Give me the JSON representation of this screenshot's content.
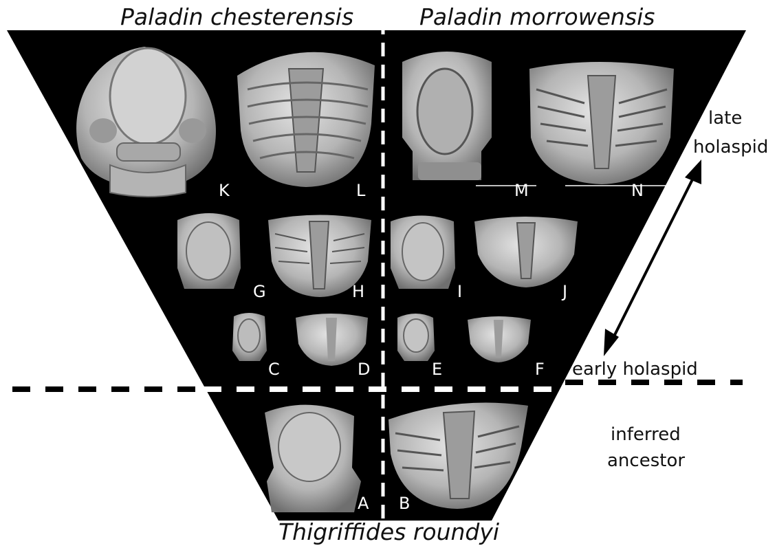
{
  "titles": {
    "top_left": "Paladin chesterensis",
    "top_right": "Paladin morrowensis",
    "bottom": "Thigriffides roundyi"
  },
  "stages": {
    "late": "late",
    "late_2": "holaspid",
    "early": "early holaspid",
    "ancestor": "inferred",
    "ancestor_2": "ancestor"
  },
  "specimens": {
    "K": "K",
    "L": "L",
    "M": "M",
    "N": "N",
    "G": "G",
    "H": "H",
    "I": "I",
    "J": "J",
    "C": "C",
    "D": "D",
    "E": "E",
    "F": "F",
    "A": "A",
    "B": "B"
  },
  "colors": {
    "panel": "#000000",
    "fossil": "#c9c9c9",
    "fossil_shade": "#8a8a8a",
    "divider": "#ffffff",
    "outline_dash": "#000000"
  }
}
